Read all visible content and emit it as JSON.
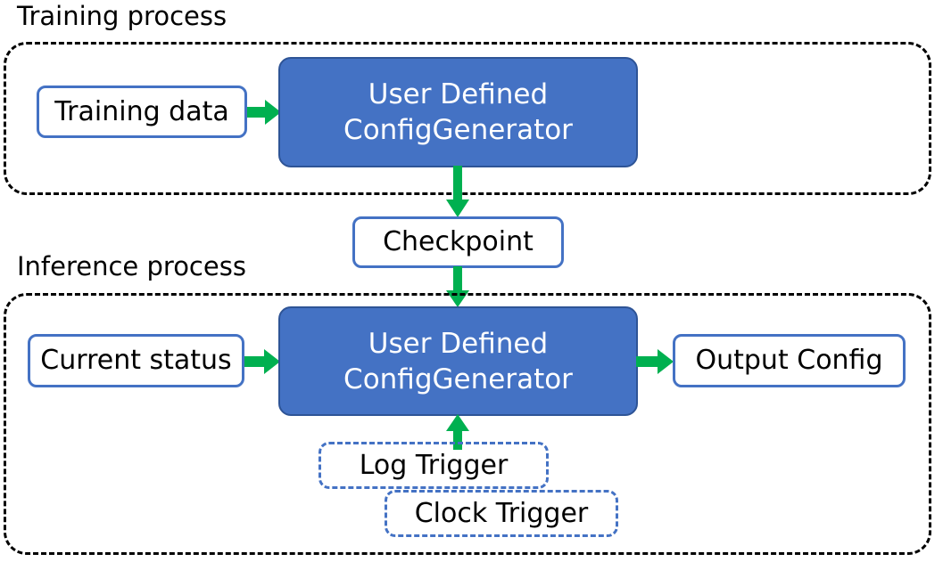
{
  "diagram": {
    "title_training": "Training process",
    "title_inference": "Inference process",
    "colors": {
      "process_fill": "#4472C4",
      "process_stroke": "#2E5496",
      "box_outline": "#4472C4",
      "arrow_green": "#00B050",
      "container_dash": "#000000",
      "text_dark": "#000000",
      "text_light": "#FFFFFF"
    }
  },
  "training": {
    "input_label": "Training data",
    "processor_line1": "User Defined",
    "processor_line2": "ConfigGenerator"
  },
  "checkpoint": {
    "label": "Checkpoint"
  },
  "inference": {
    "input_label": "Current status",
    "processor_line1": "User Defined",
    "processor_line2": "ConfigGenerator",
    "output_label": "Output Config",
    "trigger_log": "Log Trigger",
    "trigger_clock": "Clock Trigger"
  },
  "arrows": {
    "training_data_to_processor": "Training data -> User Defined ConfigGenerator",
    "processor_to_checkpoint": "User Defined ConfigGenerator -> Checkpoint",
    "checkpoint_to_processor": "Checkpoint -> User Defined ConfigGenerator",
    "status_to_processor": "Current status -> User Defined ConfigGenerator",
    "processor_to_output": "User Defined ConfigGenerator -> Output Config",
    "triggers_to_processor": "Triggers -> User Defined ConfigGenerator"
  }
}
